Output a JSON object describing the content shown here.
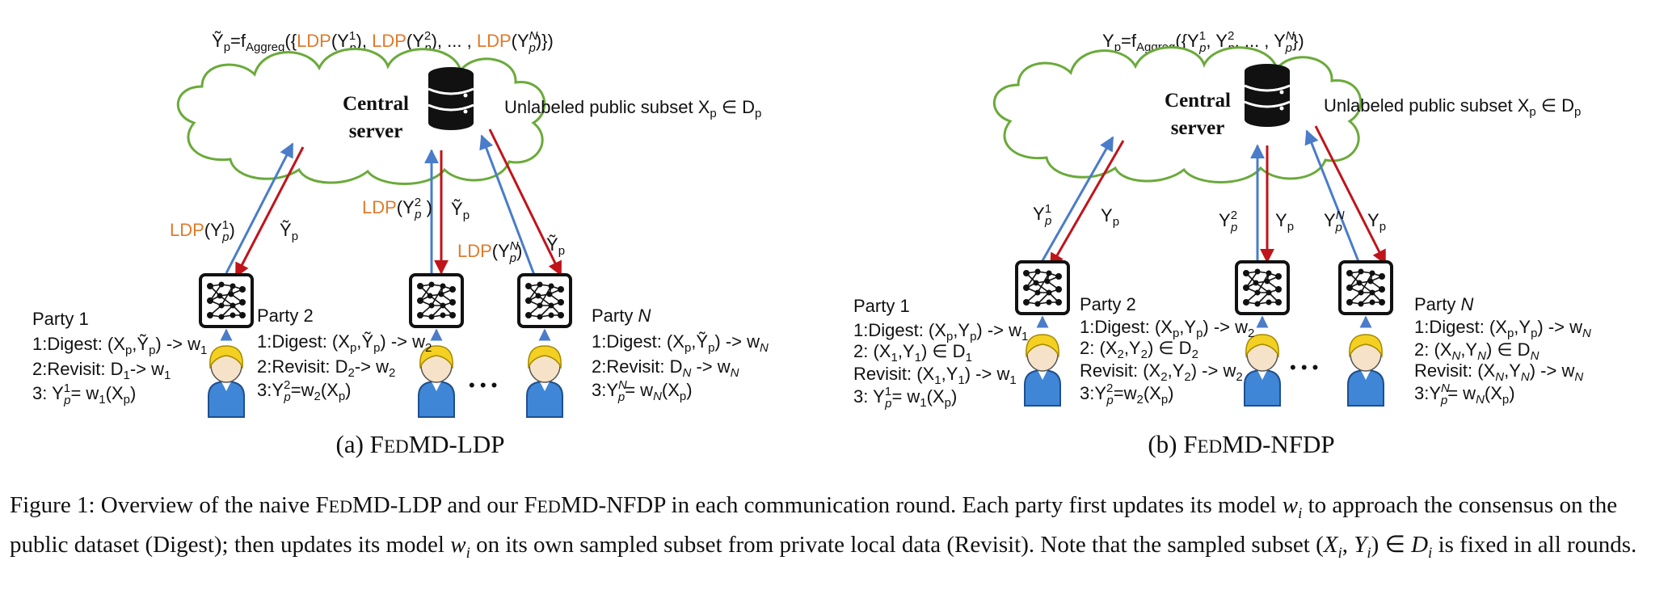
{
  "panel_a": {
    "formula": "Ỹp=fAggreg({LDP(Yp1), LDP(Yp2), ... , LDP(YpN)})",
    "server_line1": "Central",
    "server_line2": "server",
    "public_subset": "Unlabeled public subset Xp ∈ Dp",
    "arrow_labels": {
      "up1": "LDP(Yp1)",
      "down1": "Ỹp",
      "up2": "LDP(Yp2 )",
      "down2": "Ỹp",
      "upN": "LDP(YpN)",
      "downN": "Ỹp"
    },
    "party1": {
      "title": "Party 1",
      "lines": [
        "1:Digest: (Xp,Ỹp) -> w1",
        "2:Revisit: D1-> w1",
        "3: Yp1= w1(Xp)"
      ]
    },
    "party2": {
      "title": "Party 2",
      "lines": [
        "1:Digest: (Xp,Ỹp) -> w2",
        "2:Revisit: D2-> w2",
        "3:Yp2=w2(Xp)"
      ]
    },
    "partyN": {
      "title": "Party N",
      "lines": [
        "1:Digest: (Xp,Ỹp) -> wN",
        "2:Revisit: DN -> wN",
        "3:YpN= wN(Xp)"
      ]
    },
    "dots": "• • •",
    "caption": "(a) FEDMD-LDP"
  },
  "panel_b": {
    "formula": "Yp=fAggreg({Yp1, Yp2, ... , YpN})",
    "server_line1": "Central",
    "server_line2": "server",
    "public_subset": "Unlabeled public subset Xp ∈ Dp",
    "arrow_labels": {
      "up1": "Yp1",
      "down1": "Yp",
      "up2": "Yp2",
      "down2": "Yp",
      "upN": "YpN",
      "downN": "Yp"
    },
    "party1": {
      "title": "Party 1",
      "lines": [
        "1:Digest: (Xp,Yp) -> w1",
        "2: (X1,Y1) ∈ D1",
        "Revisit: (X1,Y1) -> w1",
        "3: Yp1= w1(Xp)"
      ]
    },
    "party2": {
      "title": "Party 2",
      "lines": [
        "1:Digest: (Xp,Yp) -> w2",
        "2: (X2,Y2) ∈ D2",
        "Revisit: (X2,Y2) -> w2",
        "3:Yp2=w2(Xp)"
      ]
    },
    "partyN": {
      "title": "Party N",
      "lines": [
        "1:Digest: (Xp,Yp) -> wN",
        "2: (XN,YN) ∈ DN",
        "Revisit: (XN,YN) -> wN",
        "3:YpN= wN(Xp)"
      ]
    },
    "dots": "• • •",
    "caption": "(b) FEDMD-NFDP"
  },
  "figure_caption": "Figure 1: Overview of the naive FEDMD-LDP and our FEDMD-NFDP in each communication round. Each party first updates its model wi to approach the consensus on the public dataset (Digest); then updates its model wi on its own sampled subset from private local data (Revisit). Note that the sampled subset (Xi, Yi) ∈ Di is fixed in all rounds.",
  "colors": {
    "up_arrow": "#4a7cc9",
    "down_arrow": "#c0141b",
    "cloud": "#6aaa3a",
    "ldp_text": "#e07b2a",
    "person_head": "#f3d022",
    "person_body": "#3f86d6"
  }
}
